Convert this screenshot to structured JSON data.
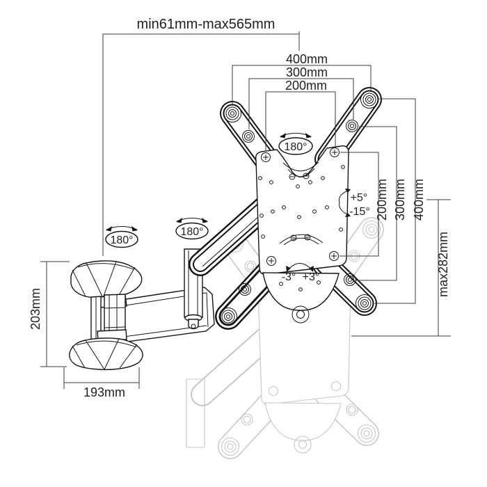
{
  "colors": {
    "outline": "#141414",
    "dimension_lines": "#3a3a3a",
    "ghost_outline": "#c6c6c6",
    "background": "#ffffff",
    "text": "#1e1e1e"
  },
  "dimensions": {
    "extension_range": "min61mm-max565mm",
    "vesa_width": {
      "w400": "400mm",
      "w300": "300mm",
      "w200": "200mm"
    },
    "vesa_height": {
      "h200": "200mm",
      "h300": "300mm",
      "h400": "400mm"
    },
    "height_adjustment": "max282mm",
    "wall_bracket_height": "203mm",
    "wall_bracket_width": "193mm"
  },
  "angles": {
    "swivel_plate": "180°",
    "swivel_arm": "180°",
    "swivel_wall": "180°",
    "tilt_up": "+5°",
    "tilt_down": "-15°",
    "level_minus": "-3°",
    "level_plus": "+3°"
  }
}
